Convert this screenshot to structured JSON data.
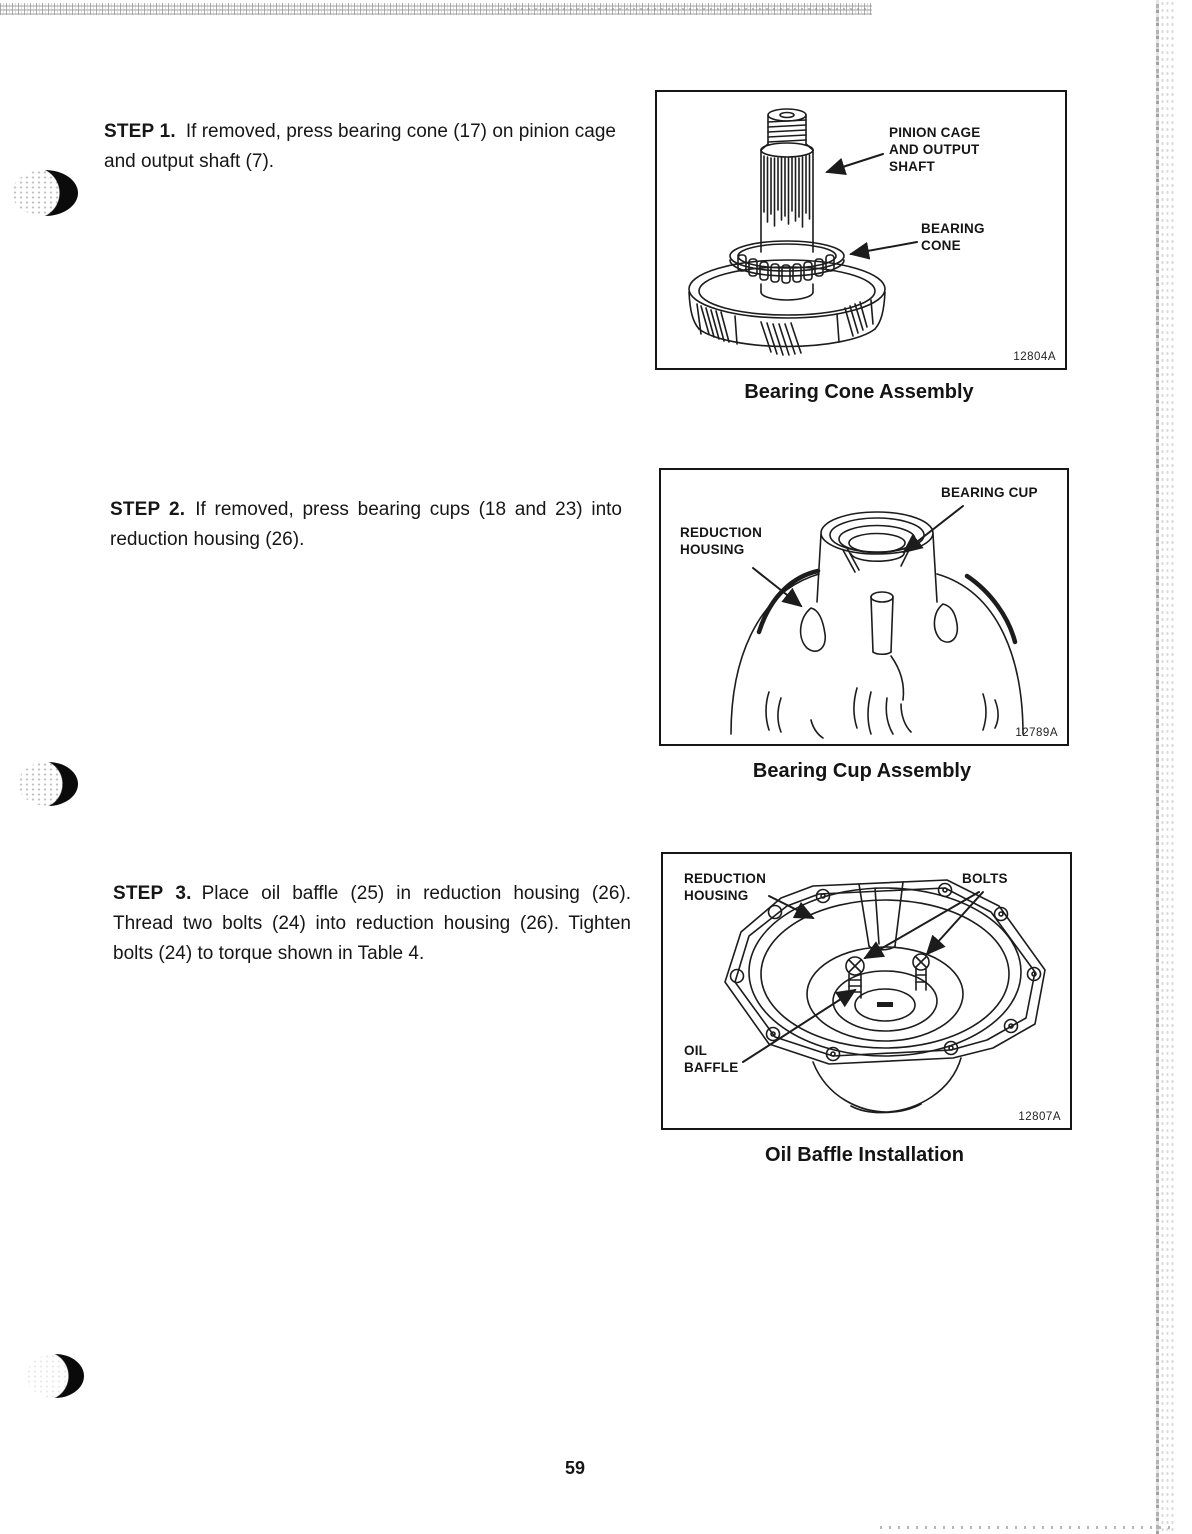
{
  "page": {
    "number": "59"
  },
  "steps": [
    {
      "label": "STEP 1.",
      "text": "If removed, press bearing cone (17) on pinion cage and output shaft (7)."
    },
    {
      "label": "STEP 2.",
      "text": "If removed, press bearing cups (18 and 23) into reduction housing (26)."
    },
    {
      "label": "STEP 3.",
      "text": "Place oil baffle (25) in reduction housing (26). Thread two bolts (24) into reduction housing (26). Tighten bolts (24) to torque shown in Table 4."
    }
  ],
  "figures": [
    {
      "caption": "Bearing Cone Assembly",
      "figure_id": "12804A",
      "labels": {
        "pinion_cage": "PINION CAGE\nAND OUTPUT\nSHAFT",
        "bearing_cone": "BEARING\nCONE"
      }
    },
    {
      "caption": "Bearing Cup Assembly",
      "figure_id": "12789A",
      "labels": {
        "bearing_cup": "BEARING CUP",
        "reduction_housing": "REDUCTION\nHOUSING"
      }
    },
    {
      "caption": "Oil Baffle Installation",
      "figure_id": "12807A",
      "labels": {
        "reduction_housing": "REDUCTION\nHOUSING",
        "bolts": "BOLTS",
        "oil_baffle": "OIL\nBAFFLE"
      }
    }
  ]
}
